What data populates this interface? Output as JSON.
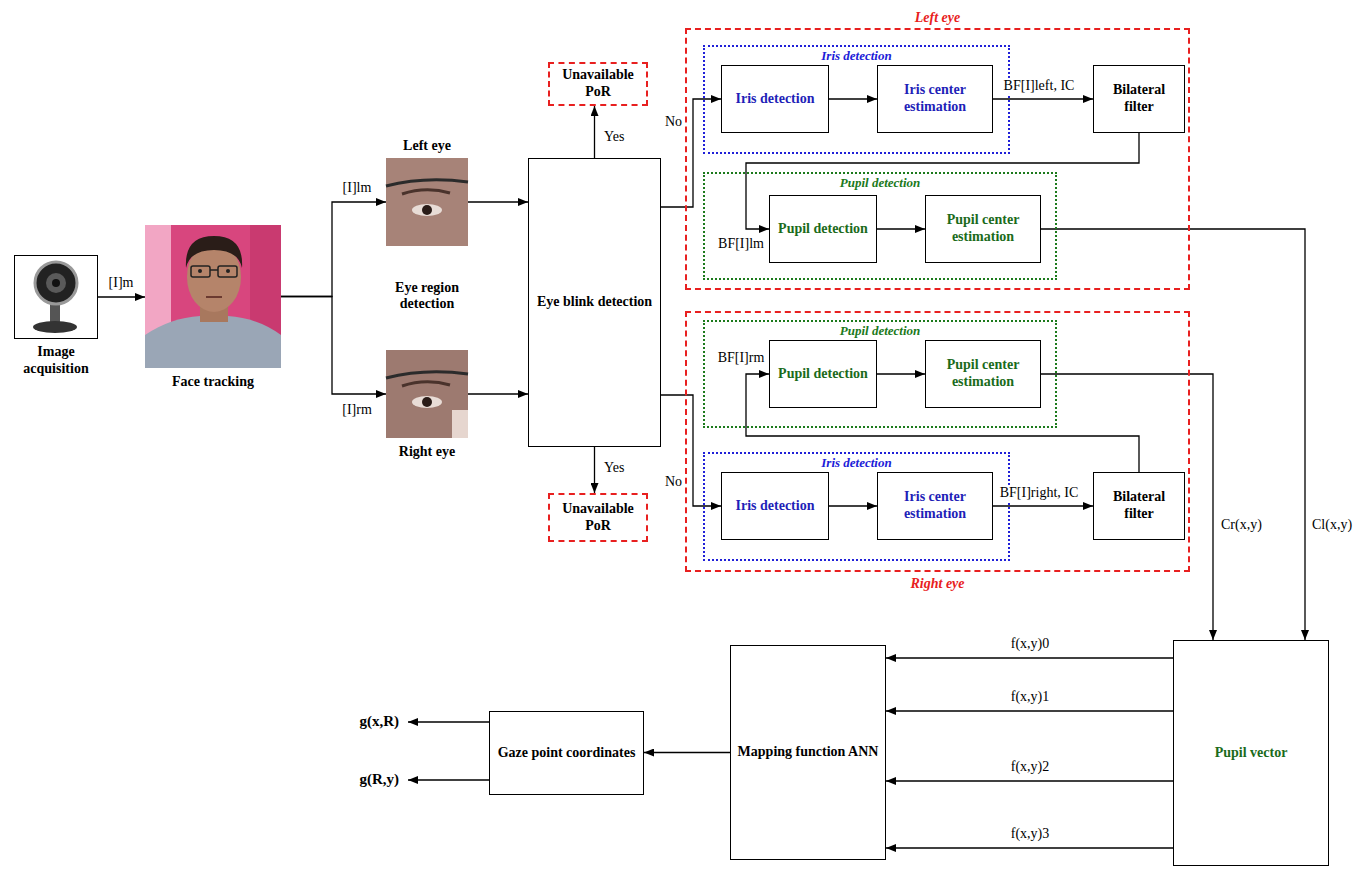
{
  "diagram": {
    "nodes": [
      {
        "text": [
          "Image acquisition"
        ]
      },
      {
        "text": [
          "Face tracking"
        ]
      },
      {
        "text": [
          "Left eye"
        ]
      },
      {
        "text": [
          "Right eye"
        ]
      },
      {
        "text": [
          "Eye blink detection"
        ]
      },
      {
        "text": [
          "Unavailable PoR"
        ]
      },
      {
        "text": [
          "Unavailable PoR"
        ]
      },
      {
        "text": [
          "Left eye"
        ]
      },
      {
        "text": [
          "Iris detection"
        ],
        "in": 7
      },
      {
        "text": [
          "Iris detection"
        ],
        "in": 8
      },
      {
        "text": [
          "Iris center estimation"
        ],
        "in": 8
      },
      {
        "text": [
          "Bilateral filter"
        ],
        "in": 7
      },
      {
        "text": [
          "Pupil detection"
        ],
        "in": 7
      },
      {
        "text": [
          "Pupil detection"
        ],
        "in": 12
      },
      {
        "text": [
          "Pupil center estimation"
        ],
        "in": 12
      },
      {
        "text": [
          "Right eye"
        ]
      },
      {
        "text": [
          "Pupil detection"
        ],
        "in": 15
      },
      {
        "text": [
          "Pupil detection"
        ],
        "in": 16
      },
      {
        "text": [
          "Pupil center estimation"
        ],
        "in": 16
      },
      {
        "text": [
          "Iris detection"
        ],
        "in": 15
      },
      {
        "text": [
          "Iris detection"
        ],
        "in": 19
      },
      {
        "text": [
          "Iris center estimation"
        ],
        "in": 19
      },
      {
        "text": [
          "Bilateral filter"
        ],
        "in": 15
      },
      {
        "text": [
          "Pupil vector"
        ]
      },
      {
        "text": [
          "Mapping function ANN"
        ]
      },
      {
        "text": [
          "Gaze point coordinates"
        ]
      }
    ],
    "edges": [
      {
        "from": 0,
        "to": 1,
        "arrow": "to",
        "label": "[I]m"
      },
      {
        "from": 1,
        "to": 2,
        "arrow": "to",
        "label": "[I]lm"
      },
      {
        "from": 1,
        "to": 3,
        "arrow": "to",
        "label": "[I]rm"
      },
      {
        "from": 2,
        "to": 4,
        "arrow": "to"
      },
      {
        "from": 3,
        "to": 4,
        "arrow": "to"
      },
      {
        "from": 4,
        "to": 5,
        "arrow": "to",
        "label": "Yes"
      },
      {
        "from": 4,
        "to": 6,
        "arrow": "to",
        "label": "Yes"
      },
      {
        "from": 4,
        "to": 9,
        "arrow": "to",
        "label": "No"
      },
      {
        "from": 9,
        "to": 10,
        "arrow": "to"
      },
      {
        "from": 10,
        "to": 11,
        "arrow": "to",
        "label": "BF[I]left, IC"
      },
      {
        "from": 11,
        "to": 13,
        "arrow": "to",
        "label": "BF[I]lm"
      },
      {
        "from": 13,
        "to": 14,
        "arrow": "to"
      },
      {
        "from": 4,
        "to": 20,
        "arrow": "to",
        "label": "No"
      },
      {
        "from": 20,
        "to": 21,
        "arrow": "to"
      },
      {
        "from": 21,
        "to": 22,
        "arrow": "to",
        "label": "BF[I]right, IC"
      },
      {
        "from": 22,
        "to": 17,
        "arrow": "to",
        "label": "BF[I]rm"
      },
      {
        "from": 17,
        "to": 18,
        "arrow": "to"
      },
      {
        "from": 14,
        "to": 23,
        "arrow": "to",
        "label": "Cl(x,y)"
      },
      {
        "from": 18,
        "to": 23,
        "arrow": "to",
        "label": "Cr(x,y)"
      },
      {
        "from": 23,
        "to": 24,
        "arrow": "to",
        "label": "f(x,y)0"
      },
      {
        "from": 23,
        "to": 24,
        "arrow": "to",
        "label": "f(x,y)1"
      },
      {
        "from": 23,
        "to": 24,
        "arrow": "to",
        "label": "f(x,y)2"
      },
      {
        "from": 23,
        "to": 24,
        "arrow": "to",
        "label": "f(x,y)3"
      },
      {
        "from": 24,
        "to": 25,
        "arrow": "to"
      }
    ],
    "labels": [
      "Eye region detection",
      "g(x,R)",
      "g(R,y)"
    ]
  }
}
